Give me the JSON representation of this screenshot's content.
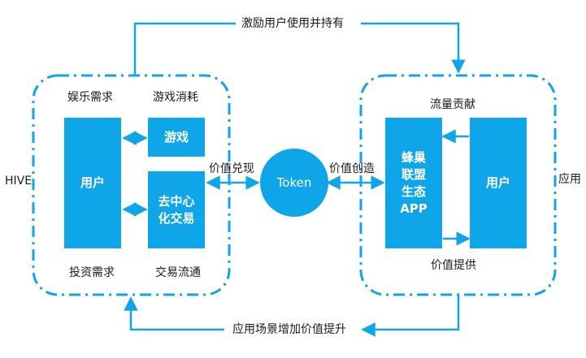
{
  "colors": {
    "accent": "#0ea5e9",
    "text": "#1a1a1a",
    "background": "#ffffff"
  },
  "left_group": {
    "label": "HIVE",
    "top_left": "娱乐需求",
    "top_right": "游戏消耗",
    "bottom_left": "投资需求",
    "bottom_right": "交易流通",
    "user_box": "用户",
    "game_box": "游戏",
    "exchange_box": "去中心\n化交易"
  },
  "center": {
    "token": "Token",
    "left_link_label": "价值兑现",
    "right_link_label": "价值创造",
    "top_label": "激励用户使用并持有",
    "bottom_label": "应用场景增加价值提升"
  },
  "right_group": {
    "label": "应用",
    "top": "流量贡献",
    "bottom": "价值提供",
    "app_box": "蜂巢\n联盟\n生态\nAPP",
    "user_box": "用户"
  }
}
